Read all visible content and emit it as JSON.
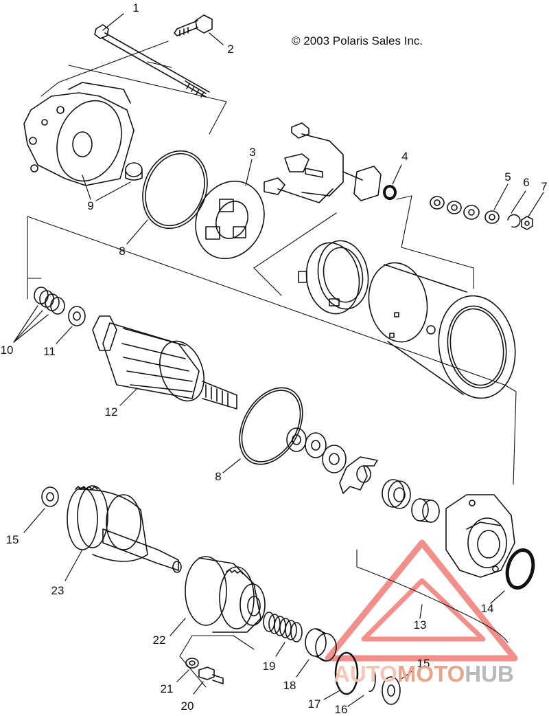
{
  "copyright": "© 2003 Polaris Sales Inc.",
  "callouts": [
    {
      "id": "c1",
      "text": "1"
    },
    {
      "id": "c2",
      "text": "2"
    },
    {
      "id": "c3",
      "text": "3"
    },
    {
      "id": "c4",
      "text": "4"
    },
    {
      "id": "c5",
      "text": "5"
    },
    {
      "id": "c6",
      "text": "6"
    },
    {
      "id": "c7",
      "text": "7"
    },
    {
      "id": "c8a",
      "text": "8"
    },
    {
      "id": "c9",
      "text": "9"
    },
    {
      "id": "c10",
      "text": "10"
    },
    {
      "id": "c11",
      "text": "11"
    },
    {
      "id": "c12",
      "text": "12"
    },
    {
      "id": "c8b",
      "text": "8"
    },
    {
      "id": "c15a",
      "text": "15"
    },
    {
      "id": "c23",
      "text": "23"
    },
    {
      "id": "c13",
      "text": "13"
    },
    {
      "id": "c14",
      "text": "14"
    },
    {
      "id": "c22",
      "text": "22"
    },
    {
      "id": "c19",
      "text": "19"
    },
    {
      "id": "c18",
      "text": "18"
    },
    {
      "id": "c17",
      "text": "17"
    },
    {
      "id": "c16",
      "text": "16"
    },
    {
      "id": "c15b",
      "text": "15"
    },
    {
      "id": "c21",
      "text": "21"
    },
    {
      "id": "c20",
      "text": "20"
    }
  ],
  "watermark": {
    "part1": "AUTO",
    "part2": "MOTO",
    "part3": "HUB",
    "color_triangle": "#e8342c"
  }
}
